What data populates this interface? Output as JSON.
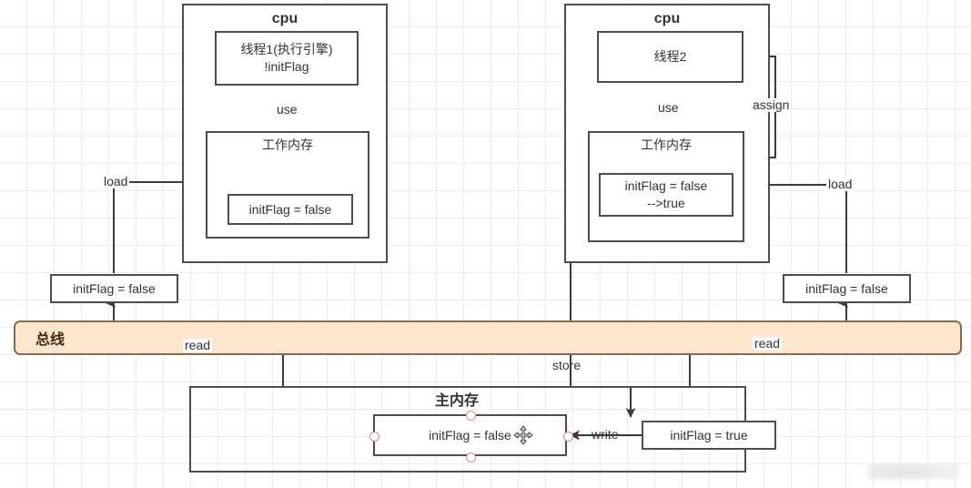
{
  "diagram": {
    "title": "Java Memory Model volatile visibility diagram",
    "colors": {
      "bus_fill": "#fde6cd",
      "bus_border": "#8a6a4f",
      "node_border": "#4d4d4d",
      "grid": "#ececec",
      "handle": "#c98e8e"
    }
  },
  "cpu_left": {
    "title": "cpu",
    "thread": "线程1(执行引擎)\n!initFlag",
    "working_memory_title": "工作内存",
    "variable": "initFlag = false",
    "use_label": "use",
    "load_label": "load"
  },
  "cpu_right": {
    "title": "cpu",
    "thread": "线程2",
    "working_memory_title": "工作内存",
    "variable": "initFlag = false\n-->true",
    "use_label": "use",
    "assign_label": "assign",
    "load_label": "load"
  },
  "bus": {
    "label": "总线"
  },
  "cache_left": {
    "value": "initFlag = false"
  },
  "cache_right": {
    "value": "initFlag = false"
  },
  "main_memory": {
    "title": "主内存",
    "variable": "initFlag = false",
    "written_value": "initFlag = true",
    "read_label_left": "read",
    "read_label_right": "read",
    "store_label": "store",
    "write_label": "write"
  }
}
